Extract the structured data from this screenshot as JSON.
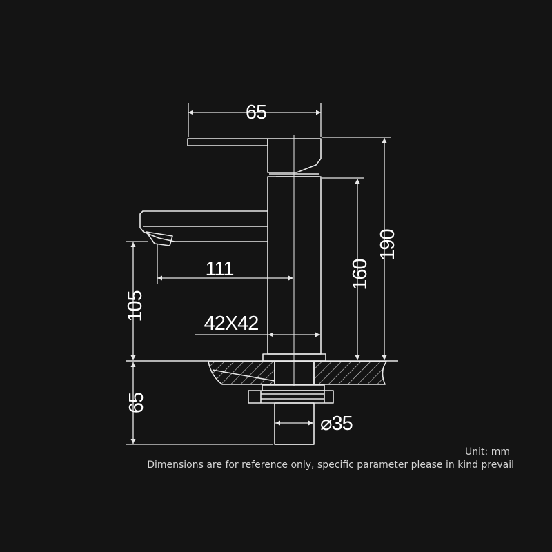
{
  "dimensions": {
    "handle_length": "65",
    "total_height": "190",
    "body_height": "160",
    "spout_reach": "111",
    "spout_clearance": "105",
    "body_section": "42X42",
    "tail_length": "65",
    "tail_diameter": "⌀35"
  },
  "notes": {
    "unit": "Unit: mm",
    "disclaimer": "Dimensions are for reference only, specific parameter please in kind prevail"
  },
  "colors": {
    "background": "#141414",
    "line": "#e8e8e8",
    "text": "#ffffff"
  }
}
